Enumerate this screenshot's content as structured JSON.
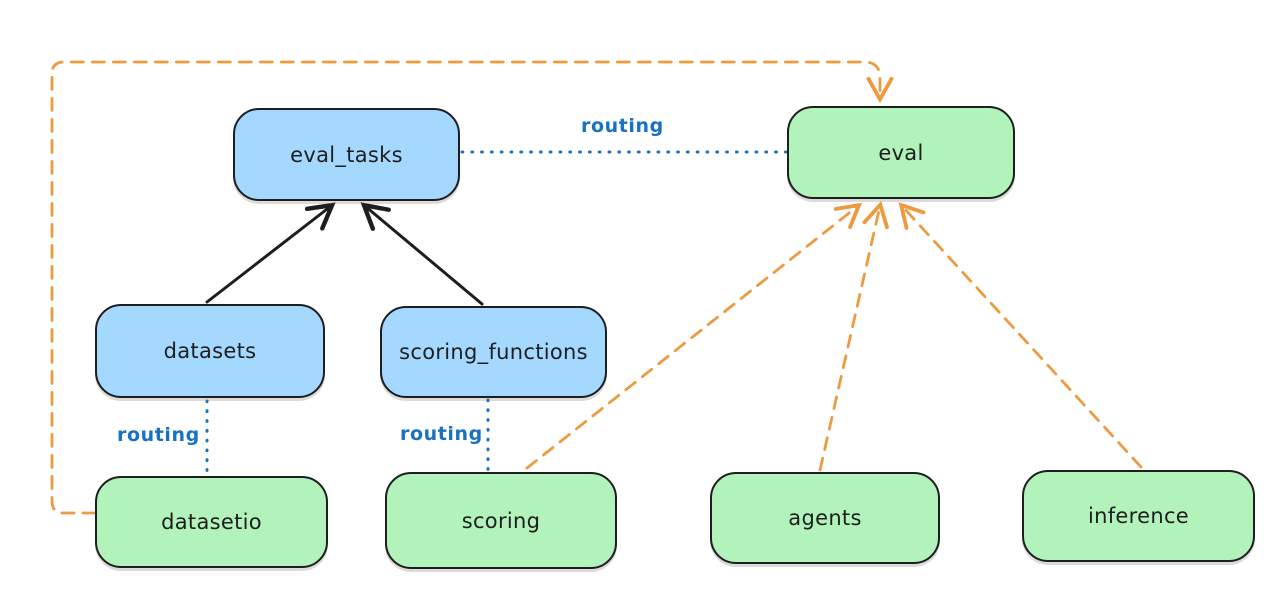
{
  "colors": {
    "background": "#ffffff",
    "node_border": "#1e1e1e",
    "node_blue_fill": "#a5d8ff",
    "node_green_fill": "#b2f2bb",
    "routing_blue": "#1971c2",
    "provider_orange": "#ec9b40",
    "arrow_black": "#1e1e1e"
  },
  "nodes": {
    "eval_tasks": {
      "label": "eval_tasks",
      "kind": "resource"
    },
    "eval": {
      "label": "eval",
      "kind": "api"
    },
    "datasets": {
      "label": "datasets",
      "kind": "resource"
    },
    "scoring_functions": {
      "label": "scoring_functions",
      "kind": "resource"
    },
    "datasetio": {
      "label": "datasetio",
      "kind": "api"
    },
    "scoring": {
      "label": "scoring",
      "kind": "api"
    },
    "agents": {
      "label": "agents",
      "kind": "api"
    },
    "inference": {
      "label": "inference",
      "kind": "api"
    }
  },
  "edges": [
    {
      "from": "datasets",
      "to": "eval_tasks",
      "style": "solid-arrow",
      "color": "black"
    },
    {
      "from": "scoring_functions",
      "to": "eval_tasks",
      "style": "solid-arrow",
      "color": "black"
    },
    {
      "from": "eval_tasks",
      "to": "eval",
      "style": "dotted",
      "color": "blue",
      "label": "routing"
    },
    {
      "from": "datasets",
      "to": "datasetio",
      "style": "dotted",
      "color": "blue",
      "label": "routing"
    },
    {
      "from": "scoring_functions",
      "to": "scoring",
      "style": "dotted",
      "color": "blue",
      "label": "routing"
    },
    {
      "from": "datasetio",
      "to": "eval",
      "style": "dashed-arrow",
      "color": "orange"
    },
    {
      "from": "scoring",
      "to": "eval",
      "style": "dashed-arrow",
      "color": "orange"
    },
    {
      "from": "agents",
      "to": "eval",
      "style": "dashed-arrow",
      "color": "orange"
    },
    {
      "from": "inference",
      "to": "eval",
      "style": "dashed-arrow",
      "color": "orange"
    }
  ]
}
